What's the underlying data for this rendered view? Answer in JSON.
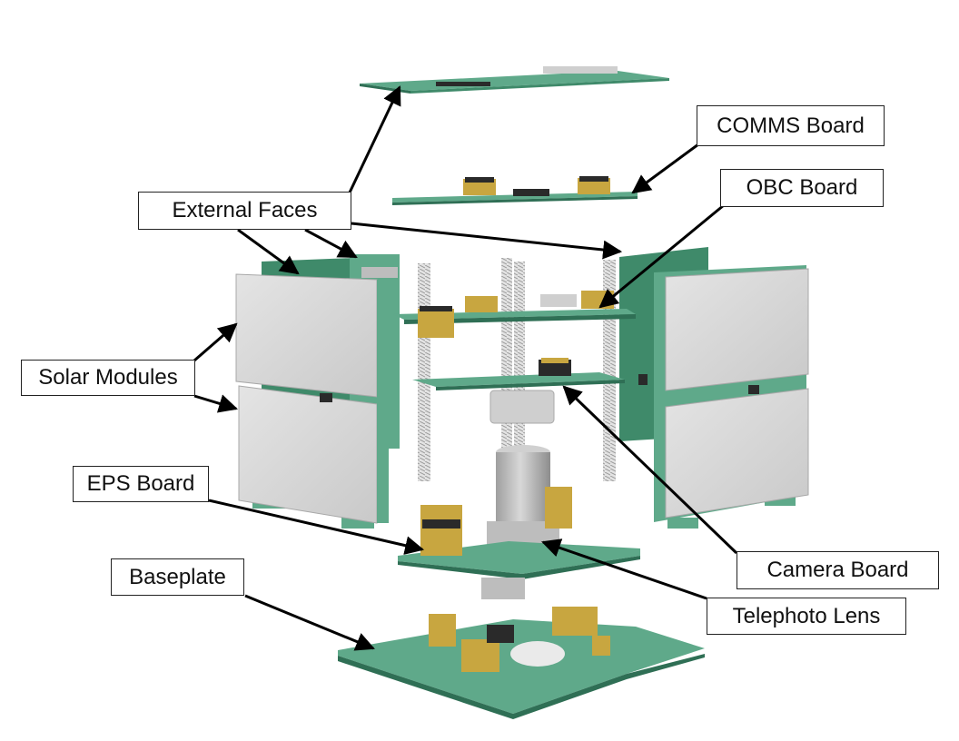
{
  "labels": {
    "external_faces": "External Faces",
    "comms_board": "COMMS Board",
    "obc_board": "OBC Board",
    "solar_modules": "Solar Modules",
    "eps_board": "EPS Board",
    "baseplate": "Baseplate",
    "camera_board": "Camera Board",
    "telephoto_lens": "Telephoto Lens"
  },
  "colors": {
    "pcb_green": "#5fa98a",
    "pcb_green_dark": "#3f8a6a",
    "pcb_edge": "#2f6f55",
    "solar_panel": "#d6d6d6",
    "solar_panel_shade": "#bdbdbd",
    "header_gold": "#c8a640",
    "connector_black": "#2a2a2a",
    "lens_gray": "#b9b9b9",
    "arrow": "#000000"
  }
}
